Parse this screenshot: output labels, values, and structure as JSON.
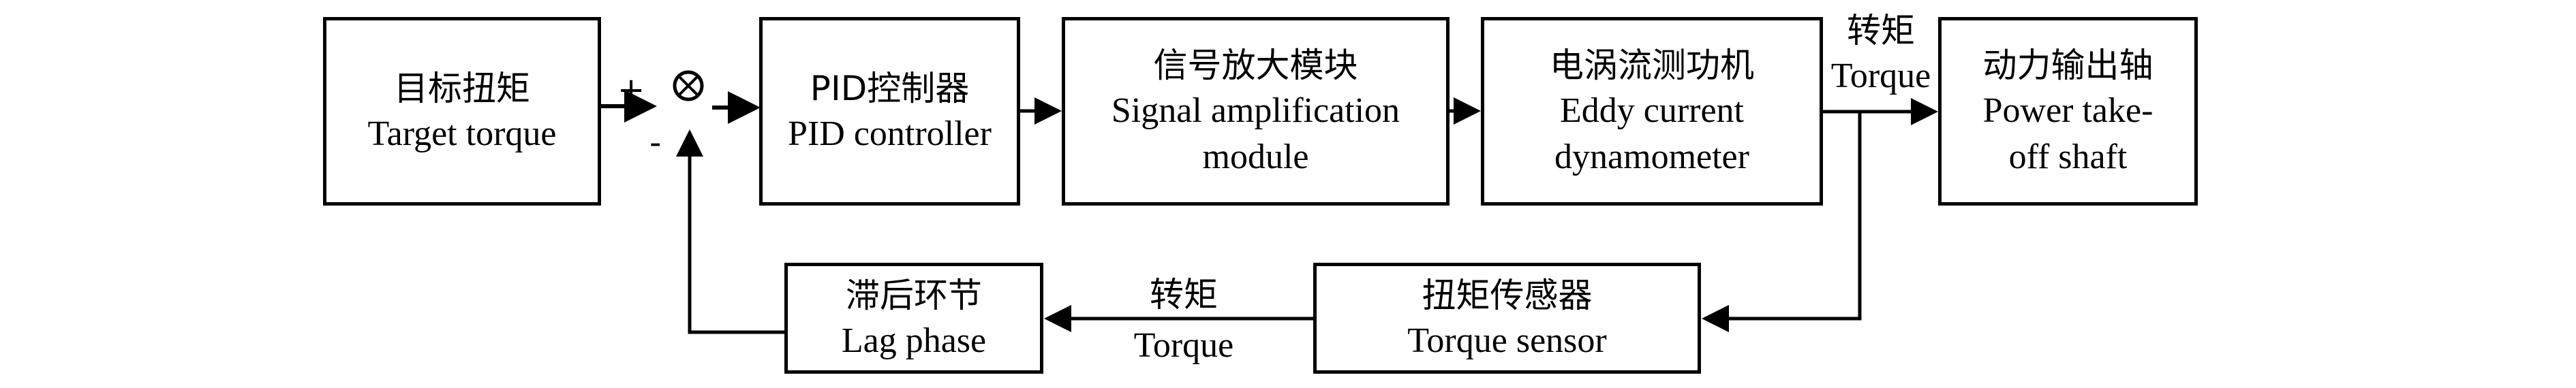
{
  "diagram": {
    "title": "Torque closed-loop control block diagram",
    "colors": {
      "stroke": "#000000",
      "background": "#ffffff"
    },
    "blocks": {
      "target": {
        "zh": "目标扭矩",
        "en": [
          "Target torque"
        ]
      },
      "pid": {
        "zh": "PID控制器",
        "en": [
          "PID controller"
        ]
      },
      "amplifier": {
        "zh": "信号放大模块",
        "en": [
          "Signal amplification",
          "module"
        ]
      },
      "dynamometer": {
        "zh": "电涡流测功机",
        "en": [
          "Eddy current",
          "dynamometer"
        ]
      },
      "pto": {
        "zh": "动力输出轴",
        "en": [
          "Power take-",
          "off shaft"
        ]
      },
      "sensor": {
        "zh": "扭矩传感器",
        "en": [
          "Torque sensor"
        ]
      },
      "lag": {
        "zh": "滞后环节",
        "en": [
          "Lag phase"
        ]
      }
    },
    "summing_junction": {
      "symbol": "⊗",
      "plus_sign": "+",
      "minus_sign": "-"
    },
    "edge_labels": {
      "output_torque": {
        "zh": "转矩",
        "en": "Torque"
      },
      "feedback_torque": {
        "zh": "转矩",
        "en": "Torque"
      }
    }
  }
}
